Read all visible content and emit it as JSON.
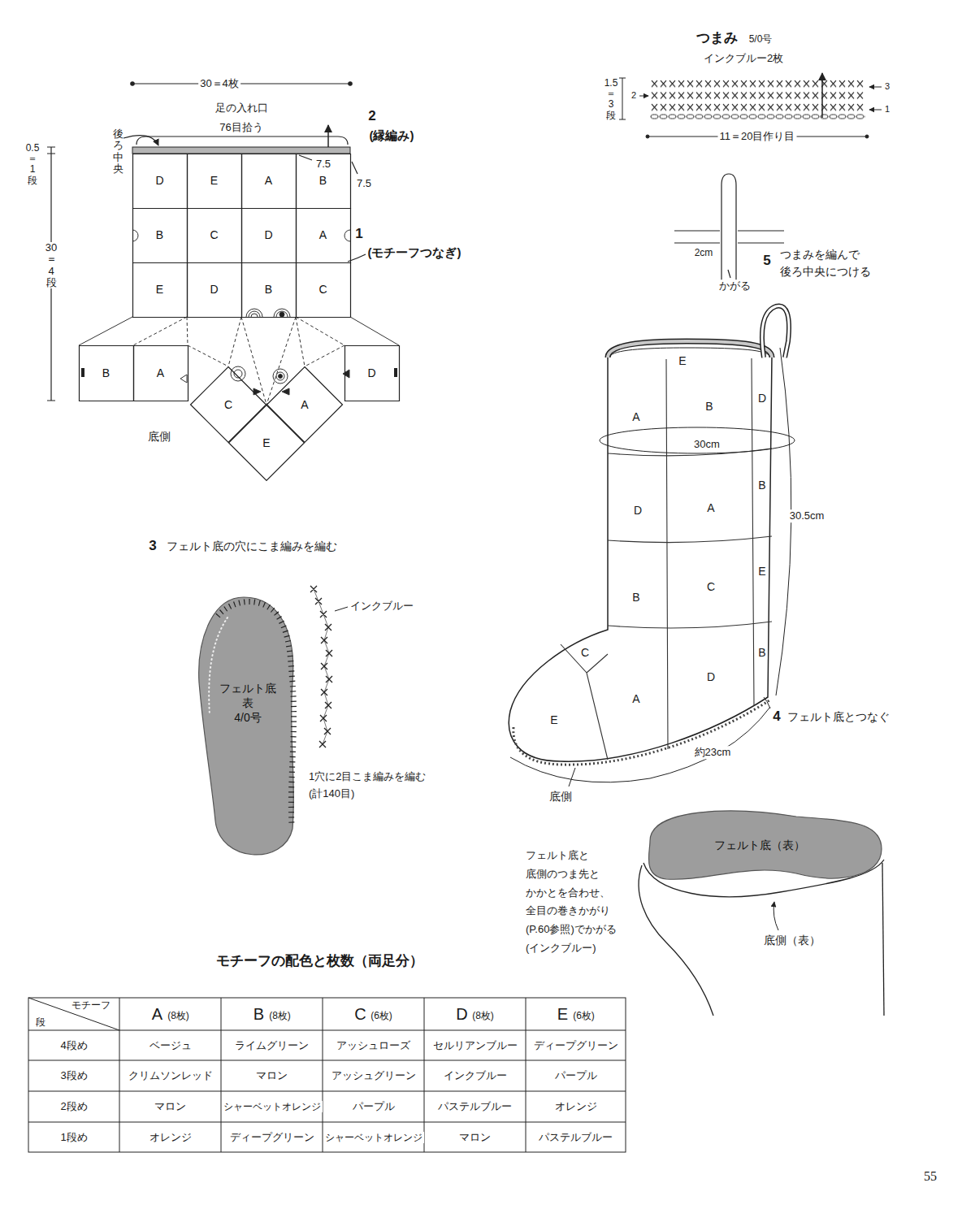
{
  "diagram": {
    "nodes": [
      {
        "text": [
          "D"
        ]
      },
      {
        "text": [
          "E"
        ]
      },
      {
        "text": [
          "A"
        ]
      },
      {
        "text": [
          "B"
        ]
      },
      {
        "text": [
          "B"
        ]
      },
      {
        "text": [
          "C"
        ]
      },
      {
        "text": [
          "D"
        ]
      },
      {
        "text": [
          "A"
        ]
      },
      {
        "text": [
          "E"
        ]
      },
      {
        "text": [
          "D"
        ]
      },
      {
        "text": [
          "B"
        ]
      },
      {
        "text": [
          "C"
        ]
      },
      {
        "text": [
          "B"
        ]
      },
      {
        "text": [
          "A"
        ]
      },
      {
        "text": [
          "D"
        ]
      },
      {
        "text": [
          "C"
        ]
      },
      {
        "text": [
          "A"
        ]
      },
      {
        "text": [
          "E"
        ]
      },
      {
        "text": [
          "フェルト底 表",
          "4/0号"
        ]
      },
      {
        "text": [
          "フェルト底（表）"
        ]
      }
    ],
    "labels": [
      "30＝4枚",
      "足の入れ口",
      "後ろ中央",
      "76目拾う",
      "2",
      "(縁編み)",
      "7.5",
      "7.5",
      "0.5＝1段",
      "30＝4段",
      "1",
      "(モチーフつなぎ)",
      "底側",
      "つまみ",
      "5/0号",
      "インクブルー2枚",
      "1.5＝3段",
      "2",
      "3",
      "1",
      "11＝20目作り目",
      "2cm",
      "かがる",
      "5",
      "つまみを編んで 後ろ中央につける",
      "E",
      "A",
      "B",
      "D",
      "30cm",
      "D",
      "A",
      "B",
      "30.5cm",
      "B",
      "C",
      "E",
      "C",
      "A",
      "D",
      "B",
      "4",
      "フェルト底とつなぐ",
      "E",
      "約23cm",
      "底側",
      "3",
      "フェルト底の穴にこま編みを編む",
      "インクブルー",
      "1穴に2目こま編みを編む (計140目)",
      "フェルト底と 底側のつま先と かかとを合わせ、 全目の巻きかがり (P.60参照)でかがる (インクブルー)",
      "底側（表）",
      "モチーフの配色と枚数（両足分）",
      "モチーフ",
      "段",
      "A",
      "(8枚)",
      "B",
      "(8枚)",
      "C",
      "(6枚)",
      "D",
      "(8枚)",
      "E",
      "(6枚)",
      "4段め",
      "ベージュ",
      "ライムグリーン",
      "アッシュローズ",
      "セルリアンブルー",
      "ディープグリーン",
      "3段め",
      "クリムソンレッド",
      "マロン",
      "アッシュグリーン",
      "インクブルー",
      "パープル",
      "2段め",
      "マロン",
      "シャーベットオレンジ",
      "パープル",
      "パステルブルー",
      "オレンジ",
      "1段め",
      "オレンジ",
      "ディープグリーン",
      "シャーベットオレンジ",
      "マロン",
      "パステルブルー",
      "55"
    ]
  }
}
